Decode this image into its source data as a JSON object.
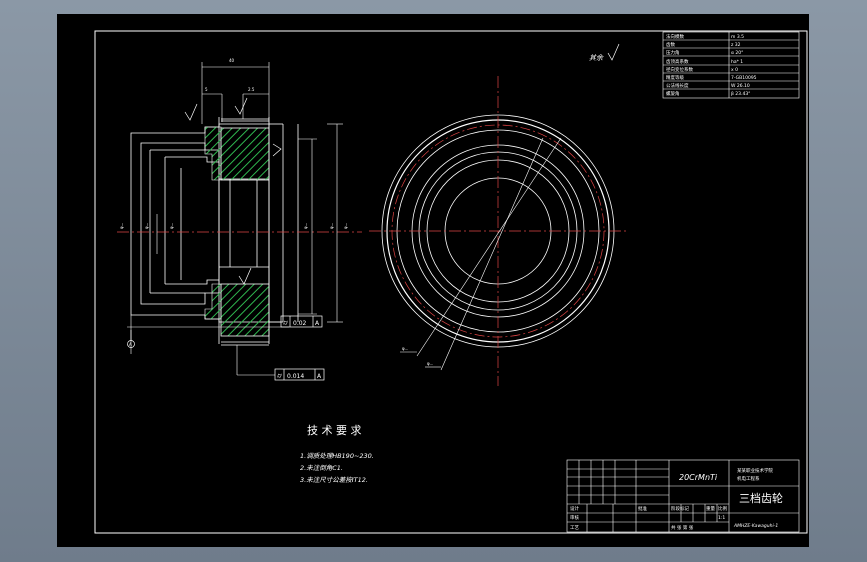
{
  "drawing": {
    "surface_roughness_note": "其余",
    "section_label": "A",
    "gd_t_frames": [
      {
        "symbol": "⌭",
        "tolerance": "0.02",
        "datum": "A"
      },
      {
        "symbol": "⌭",
        "tolerance": "0.014",
        "datum": "A"
      }
    ],
    "parameter_table": {
      "rows": [
        {
          "label": "法向模数",
          "value": "m  3.5"
        },
        {
          "label": "齿数",
          "value": "z  32"
        },
        {
          "label": "压力角",
          "value": "α  20°"
        },
        {
          "label": "齿顶高系数",
          "value": "ha* 1"
        },
        {
          "label": "径向变位系数",
          "value": "x  0"
        },
        {
          "label": "精度等级",
          "value": "7-GB10095"
        },
        {
          "label": "公法线长度",
          "value": "W  26.10"
        },
        {
          "label": "螺旋角",
          "value": "β  23.43°"
        }
      ]
    },
    "technical_requirements": {
      "title": "技 术 要 求",
      "items": [
        "1.调质处理HB190~230.",
        "2.未注倒角C1.",
        "3.未注尺寸公差按IT12."
      ]
    },
    "title_block": {
      "material": "20CrMnTi",
      "part_name": "三档齿轮",
      "institution_line1": "某某职业技术学院",
      "institution_line2": "机电工程系",
      "scale_label": "比例",
      "scale_value": "1:1",
      "sheet_label": "共 张 第 张",
      "drawing_number": "AMHZE-Kawaguhi-1",
      "designer_label": "设计",
      "checker_label": "审核",
      "process_label": "工艺",
      "approve_label": "批准",
      "stage_label": "阶段标记",
      "weight_label": "重量"
    }
  }
}
